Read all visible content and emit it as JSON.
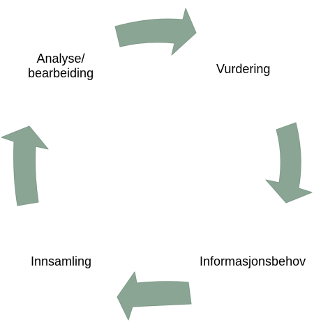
{
  "diagram": {
    "stages": {
      "analyse": {
        "line1": "Analyse/",
        "line2": "bearbeiding"
      },
      "vurdering": "Vurdering",
      "informasjonsbehov": "Informasjonsbehov",
      "innsamling": "Innsamling"
    },
    "colors": {
      "arrow_fill": "#8BA595",
      "arrow_stroke": "#7E9A89",
      "text": "#000000",
      "background": "#FFFFFF"
    },
    "arrows": [
      {
        "from": "analyse",
        "to": "vurdering",
        "icon": "curved-arrow-right-icon"
      },
      {
        "from": "vurdering",
        "to": "informasjonsbehov",
        "icon": "curved-arrow-down-icon"
      },
      {
        "from": "informasjonsbehov",
        "to": "innsamling",
        "icon": "curved-arrow-left-icon"
      },
      {
        "from": "innsamling",
        "to": "analyse",
        "icon": "curved-arrow-up-icon"
      }
    ]
  }
}
